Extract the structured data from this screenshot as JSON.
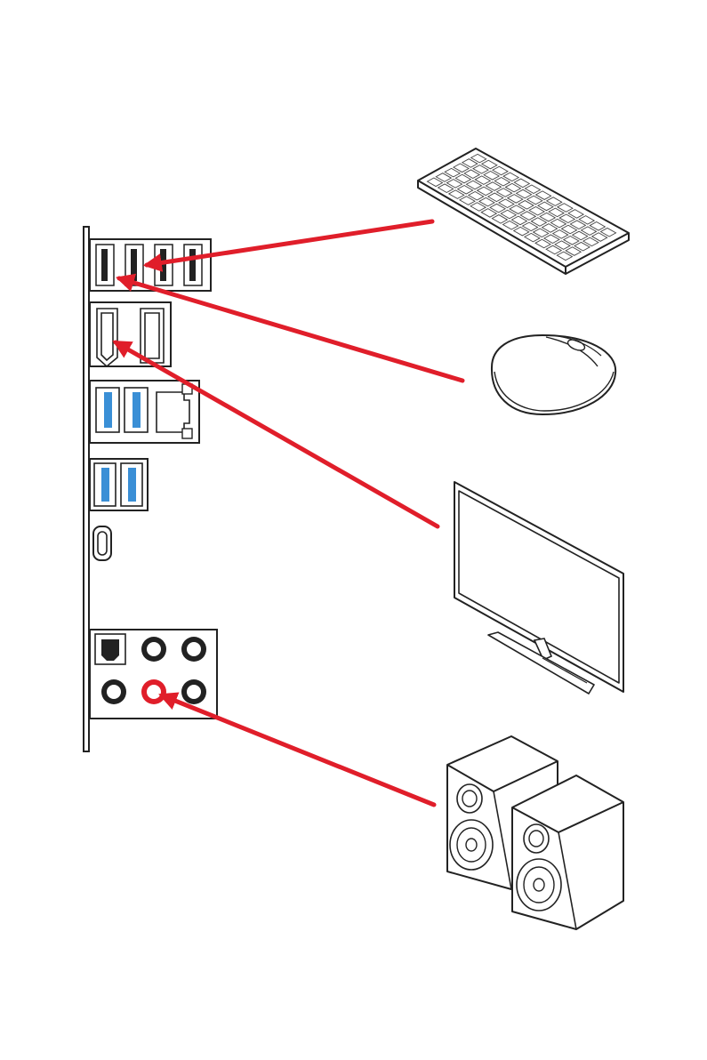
{
  "diagram": {
    "type": "io-panel-connection-diagram",
    "accent_color": "#e01e2a",
    "panel_groups": [
      {
        "name": "usb-2-ports",
        "count": 4
      },
      {
        "name": "hdmi-displayport",
        "count": 2
      },
      {
        "name": "usb-3-ports-and-lan",
        "count": 3
      },
      {
        "name": "usb-3-ports",
        "count": 2
      },
      {
        "name": "usb-type-c",
        "count": 1
      },
      {
        "name": "audio-jacks",
        "count": 6
      }
    ],
    "devices": [
      {
        "name": "keyboard",
        "icon": "keyboard-icon",
        "connects_to": "usb-2-port"
      },
      {
        "name": "mouse",
        "icon": "mouse-icon",
        "connects_to": "usb-2-port"
      },
      {
        "name": "monitor",
        "icon": "monitor-icon",
        "connects_to": "hdmi-port"
      },
      {
        "name": "speakers",
        "icon": "speakers-icon",
        "connects_to": "line-out-jack"
      }
    ]
  }
}
